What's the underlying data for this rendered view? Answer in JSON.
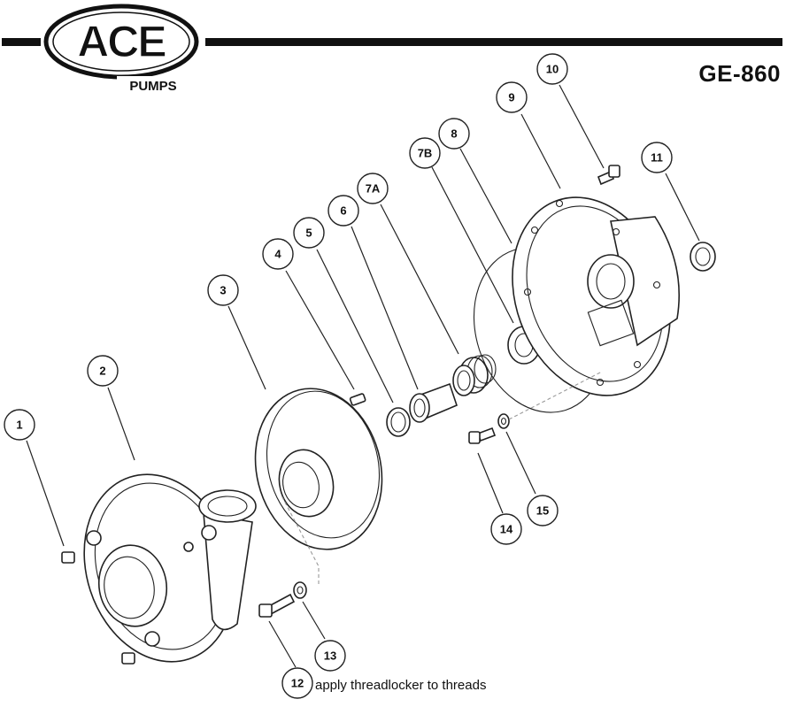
{
  "brand": {
    "name": "ACE",
    "subtitle": "PUMPS"
  },
  "model_code": "GE-860",
  "note": "apply threadlocker to threads",
  "callouts": [
    "1",
    "2",
    "3",
    "4",
    "5",
    "6",
    "7A",
    "7B",
    "8",
    "9",
    "10",
    "11",
    "12",
    "13",
    "14",
    "15"
  ],
  "colors": {
    "ink": "#222222",
    "dashed_line": "#999999",
    "background": "#ffffff"
  }
}
